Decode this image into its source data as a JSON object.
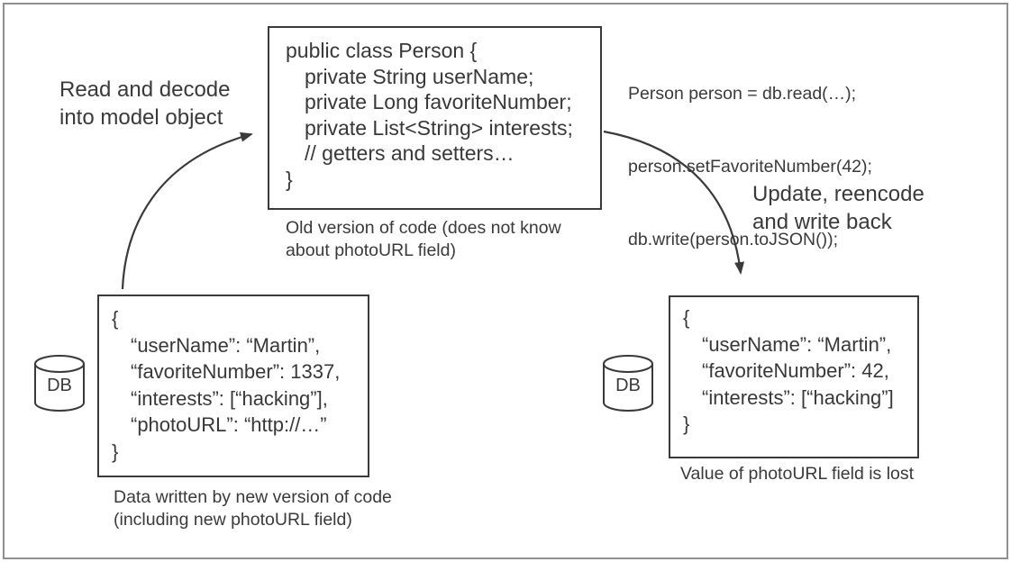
{
  "diagram": {
    "arrow_left_label": "Read and decode\ninto model object",
    "arrow_right_label": "Update, reencode\nand write back",
    "class_box": {
      "lines": [
        "public class Person {",
        "private String userName;",
        "private Long favoriteNumber;",
        "private List<String> interests;",
        "// getters and setters…",
        "}"
      ],
      "caption": "Old version of code (does not know\nabout photoURL field)"
    },
    "update_code": {
      "lines": [
        "Person person = db.read(…);",
        "person.setFavoriteNumber(42);",
        "db.write(person.toJSON());"
      ]
    },
    "left_record": {
      "db_label": "DB",
      "json_lines": [
        "{",
        "“userName”: “Martin”,",
        "“favoriteNumber”: 1337,",
        "“interests”: [“hacking”],",
        "“photoURL”: “http://…”",
        "}"
      ],
      "caption": "Data written by new version of code\n(including new photoURL field)"
    },
    "right_record": {
      "db_label": "DB",
      "json_lines": [
        "{",
        "“userName”: “Martin”,",
        "“favoriteNumber”: 42,",
        "“interests”: [“hacking”]",
        "}"
      ],
      "caption": "Value of photoURL field is lost"
    },
    "colors": {
      "ink": "#3a3a3a",
      "frame": "#8f8f8f"
    }
  }
}
